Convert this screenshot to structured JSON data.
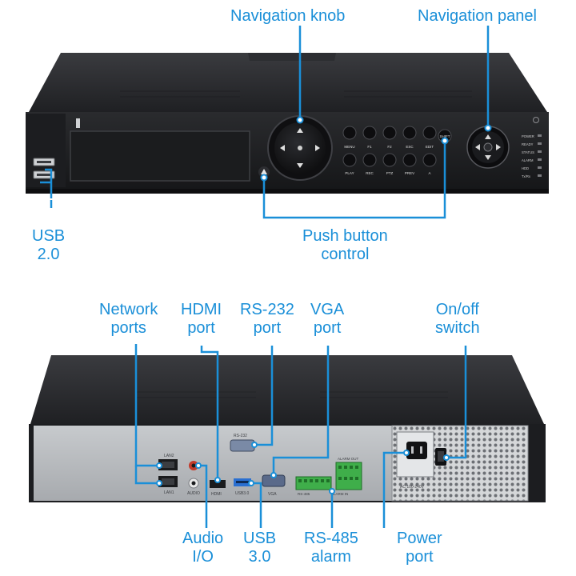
{
  "labels": {
    "navigation_knob": {
      "lines": [
        "Navigation knob"
      ]
    },
    "navigation_panel": {
      "lines": [
        "Navigation panel"
      ]
    },
    "usb_front": {
      "lines": [
        "USB",
        "2.0"
      ]
    },
    "push_button": {
      "lines": [
        "Push button",
        "control"
      ]
    },
    "network_ports": {
      "lines": [
        "Network",
        "ports"
      ]
    },
    "hdmi_port": {
      "lines": [
        "HDMI",
        "port"
      ]
    },
    "rs232_port": {
      "lines": [
        "RS-232",
        "port"
      ]
    },
    "vga_port": {
      "lines": [
        "VGA",
        "port"
      ]
    },
    "onoff_switch": {
      "lines": [
        "On/off",
        "switch"
      ]
    },
    "audio_io": {
      "lines": [
        "Audio",
        "I/O"
      ]
    },
    "usb_back": {
      "lines": [
        "USB",
        "3.0"
      ]
    },
    "rs485_alarm": {
      "lines": [
        "RS-485",
        "alarm"
      ]
    },
    "power_port": {
      "lines": [
        "Power",
        "port"
      ]
    }
  },
  "device_text": {
    "front_keys_row1": [
      "MENU",
      "F1",
      "F2",
      "ESC",
      "EDIT"
    ],
    "front_keys_row2": [
      "PLAY",
      "REC",
      "PTZ",
      "PREV",
      "A"
    ],
    "shift_key": "SHIFT",
    "status_leds": [
      "POWER",
      "READY",
      "STATUS",
      "ALARM",
      "HDD",
      "Tx/Rx"
    ],
    "rear_port_labels": {
      "lan2": "LAN2",
      "lan1": "LAN1",
      "audio": "AUDIO",
      "hdmi": "HDMI",
      "usb3": "USB3.0",
      "vga": "VGA",
      "rs232": "RS-232",
      "rs485": "RS-485",
      "alarm_out": "ALARM OUT",
      "alarm_in": "ALARM IN",
      "power_rating": "AC 100-240V"
    }
  },
  "colors": {
    "accent": "#1a8fd8",
    "chassis": "#232326",
    "rear_panel": "#b9bcc0",
    "terminal_green": "#3fae4a"
  }
}
